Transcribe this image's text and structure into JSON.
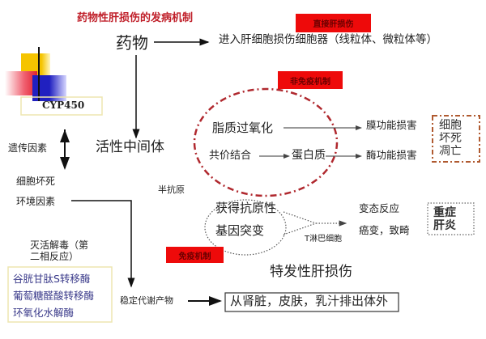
{
  "title": "药物性肝损伤的发病机制",
  "drug": "药物",
  "direct": {
    "tag": "直接肝损伤",
    "text": "进入肝细胞损伤细胞器（线粒体、微粒体等）"
  },
  "cyp": "CYP450",
  "active_intermediate": "活性中间体",
  "factors": {
    "genetic": "遗传因素",
    "necrosis": "细胞坏死",
    "environment": "环境因素"
  },
  "non_immune": {
    "tag": "非免疫机制",
    "lipid": "脂质过氧化",
    "membrane": "膜功能损害",
    "covalent": "共价结合",
    "protein": "蛋白质",
    "enzyme": "酶功能损害",
    "outcome": [
      "细胞",
      "坏死",
      "凋亡"
    ]
  },
  "hapten": "半抗原",
  "immune": {
    "tag": "免疫机制",
    "antigen": "获得抗原性",
    "mutation": "基因突变",
    "t_cell": "T淋巴细胞",
    "allergy": "变态反应",
    "cancer": "癌变，致畸",
    "outcome": [
      "重症",
      "肝炎"
    ]
  },
  "idiopathic": "特发性肝损伤",
  "detox": {
    "label_line1": "灭活解毒（第",
    "label_line2": "二相反应）",
    "enzymes": [
      "谷胱甘肽S转移酶",
      "葡萄糖醛酸转移酶",
      "环氧化水解酶"
    ]
  },
  "stable_metabolite": "稳定代谢产物",
  "excretion": "从肾脏，皮肤，乳汁排出体外",
  "colors": {
    "red": "#ee0a0a",
    "title": "#c0202a",
    "blue_text": "#3a3a8a",
    "dash_red": "#b0282e"
  }
}
